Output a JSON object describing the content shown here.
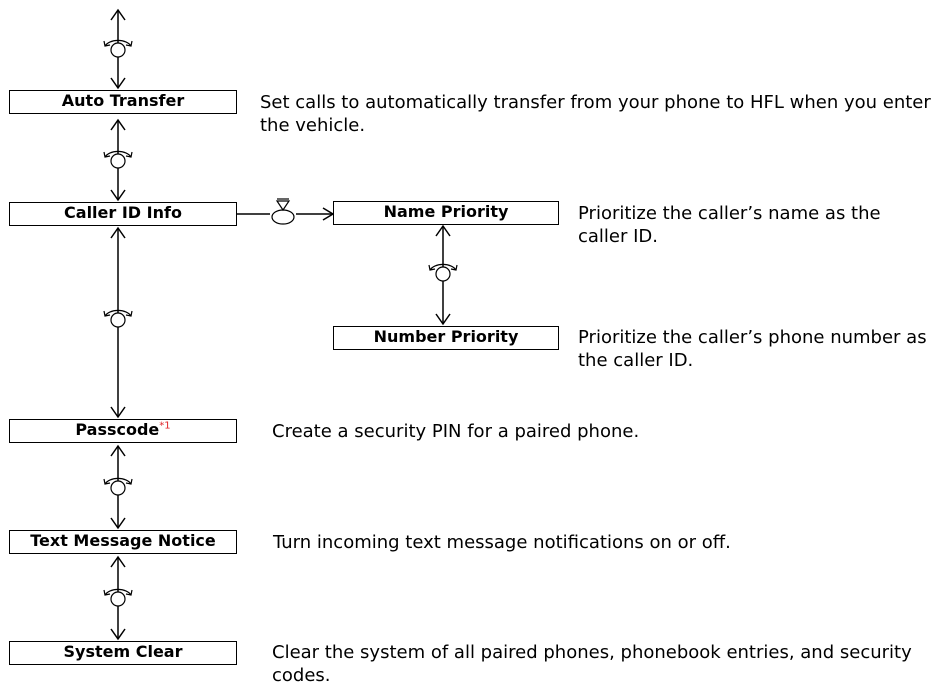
{
  "menu": {
    "auto_transfer": {
      "label": "Auto Transfer",
      "description": "Set calls to automatically transfer from your phone to HFL when you enter the vehicle."
    },
    "caller_id_info": {
      "label": "Caller ID Info"
    },
    "name_priority": {
      "label": "Name Priority",
      "description": "Prioritize the caller’s name as the caller ID."
    },
    "number_priority": {
      "label": "Number Priority",
      "description": "Prioritize the caller’s phone number as the caller ID."
    },
    "passcode": {
      "label": "Passcode",
      "footnote": "*1",
      "description": "Create a security PIN for a paired phone."
    },
    "text_message_notice": {
      "label": "Text Message Notice",
      "description": "Turn incoming text message notifications on or off."
    },
    "system_clear": {
      "label": "System Clear",
      "description": "Clear the system of all paired phones, phonebook entries, and security codes."
    }
  },
  "icons": {
    "rotate": "rotate-dial-icon",
    "press": "press-dial-icon",
    "arrow": "arrow-icon"
  },
  "colors": {
    "footnote": "#e0262b",
    "line": "#000000"
  }
}
